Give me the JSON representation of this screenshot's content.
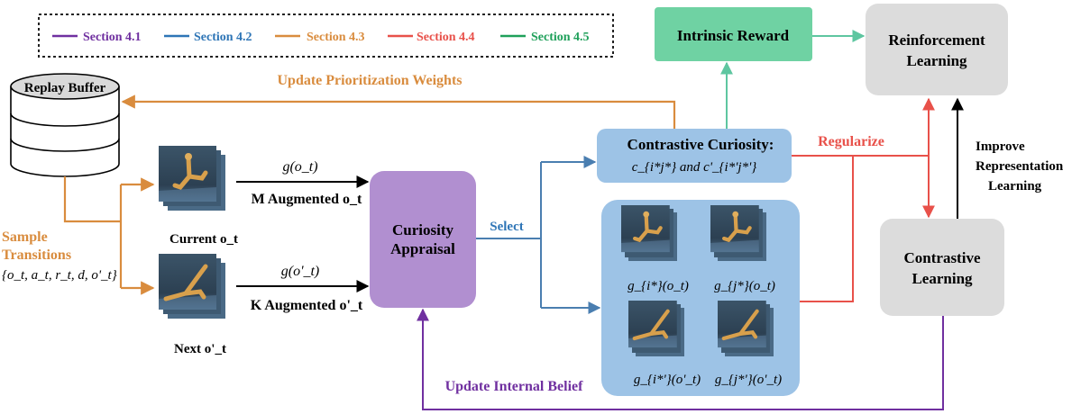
{
  "legend": {
    "items": [
      {
        "label": "Section 4.1",
        "color": "#7030A0"
      },
      {
        "label": "Section 4.2",
        "color": "#2E75B6"
      },
      {
        "label": "Section 4.3",
        "color": "#D98C3E"
      },
      {
        "label": "Section 4.4",
        "color": "#E8514A"
      },
      {
        "label": "Section 4.5",
        "color": "#1FA05A"
      }
    ]
  },
  "colors": {
    "purple": "#7030A0",
    "blue": "#4A7EB0",
    "orange": "#D98C3E",
    "red": "#E8514A",
    "green_arrow": "#5EC6A0",
    "intrinsic_fill": "#6FD2A3",
    "gray_box": "#DCDCDC",
    "appraisal_fill": "#B18FD0",
    "contrastive_fill": "#9DC3E6",
    "frame_bg": "#2F4456",
    "walker_leg": "#D8A04C"
  },
  "nodes": {
    "replay_buffer": "Replay Buffer",
    "intrinsic_reward": "Intrinsic Reward",
    "rl_line1": "Reinforcement",
    "rl_line2": "Learning",
    "cl_line1": "Contrastive",
    "cl_line2": "Learning",
    "appraisal_line1": "Curiosity",
    "appraisal_line2": "Appraisal",
    "curiosity_title": "Contrastive Curiosity:",
    "curiosity_formula": "c_{i*j*} and c'_{i*'j*'}"
  },
  "labels": {
    "update_weights": "Update Prioritization  Weights",
    "sample_line1": "Sample",
    "sample_line2": "Transitions",
    "sample_tuple": "{o_t, a_t, r_t, d, o'_t}",
    "current": "Current o_t",
    "next": "Next o'_t",
    "g_ot": "g(o_t)",
    "g_otp": "g(o'_t)",
    "m_aug": "M Augmented o_t",
    "k_aug": "K Augmented o'_t",
    "select": "Select",
    "regularize": "Regularize",
    "improve_line1": "Improve",
    "improve_line2": "Representation",
    "improve_line3": "Learning",
    "update_belief": "Update Internal Belief",
    "gi": "g_{i*}(o_t)",
    "gj": "g_{j*}(o_t)",
    "gip": "g_{i*'}(o'_t)",
    "gjp": "g_{j*'}(o'_t)"
  }
}
